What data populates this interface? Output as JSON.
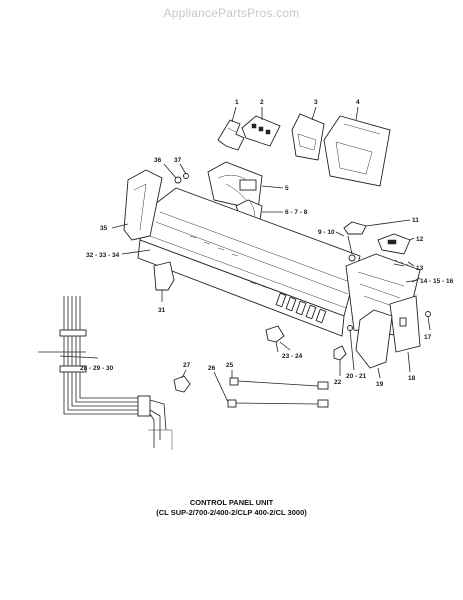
{
  "watermark": "AppliancePartsPros.com",
  "caption": {
    "line1": "CONTROL PANEL UNIT",
    "line2": "(CL SUP-2/700-2/400-2/CLP 400-2/CL 3000)"
  },
  "callouts": {
    "c1": "1",
    "c2": "2",
    "c3": "3",
    "c4": "4",
    "c5": "5",
    "c678": "6 - 7 - 8",
    "c910": "9 - 10",
    "c11": "11",
    "c12": "12",
    "c13": "13",
    "c141516": "14 - 15 - 16",
    "c17": "17",
    "c18": "18",
    "c19": "19",
    "c2021": "20 - 21",
    "c22": "22",
    "c2324": "23 - 24",
    "c25": "25",
    "c26": "26",
    "c27": "27",
    "c282930": "28 - 29 - 30",
    "c31": "31",
    "c323334": "32 - 33 - 34",
    "c35": "35",
    "c36": "36",
    "c37": "37"
  }
}
